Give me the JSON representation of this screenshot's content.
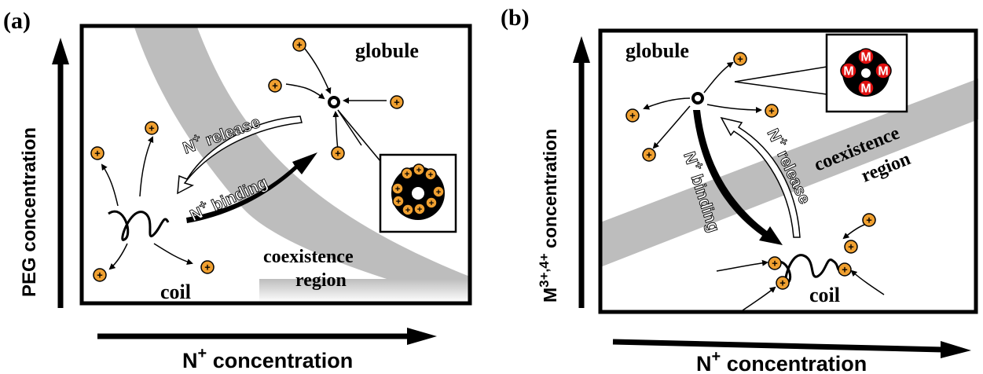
{
  "panels": [
    {
      "label": "(a)",
      "y_axis": "PEG concentration",
      "x_axis_base": "N",
      "x_axis_sup": "+",
      "x_axis_rest": " concentration",
      "globule": "globule",
      "coil": "coil",
      "coexistence_line1": "coexistence",
      "coexistence_line2": "region",
      "release_base": "N",
      "release_sup": "+",
      "release_rest": " release",
      "binding_base": "N",
      "binding_sup": "+",
      "binding_rest": " binding",
      "cation_symbol": "+"
    },
    {
      "label": "(b)",
      "y_axis_base": "M",
      "y_axis_sup": "3+,4+",
      "y_axis_rest": " concentration",
      "x_axis_base": "N",
      "x_axis_sup": "+",
      "x_axis_rest": " concentration",
      "globule": "globule",
      "coil": "coil",
      "coexistence_line1": "coexistence",
      "coexistence_line2": "region",
      "release_base": "N",
      "release_sup": "+",
      "release_rest": " release",
      "binding_base": "N",
      "binding_sup": "+",
      "binding_rest": " binding",
      "cation_symbol": "+",
      "inset_symbol": "M"
    }
  ],
  "colors": {
    "cation_fill": "#f0a030",
    "band_fill": "#bdbdbd",
    "ink": "#000000",
    "inset_m_fill": "#e01010"
  }
}
